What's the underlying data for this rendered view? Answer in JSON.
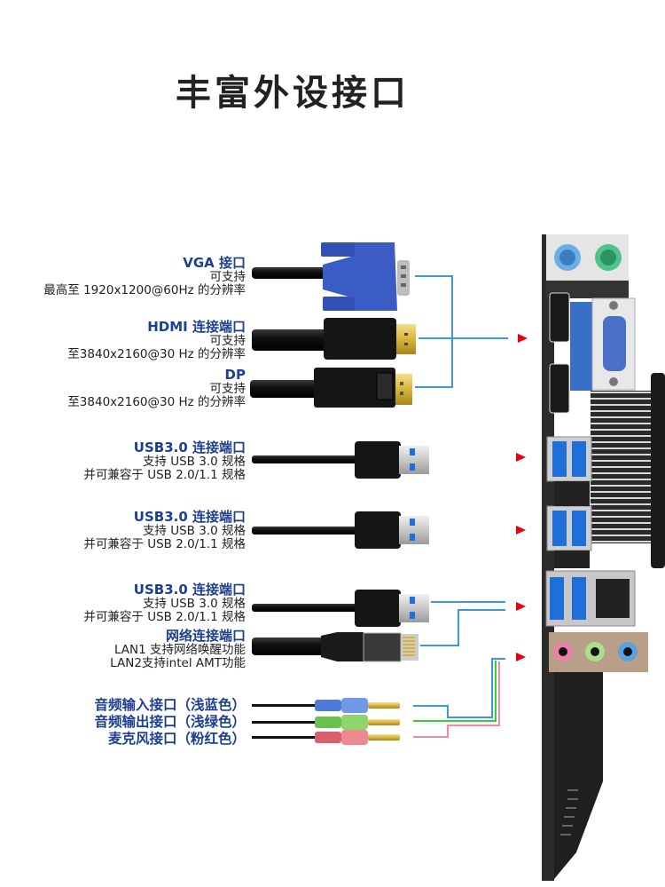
{
  "title": "丰富外设接口",
  "colors": {
    "label_heading": "#1d3f8f",
    "label_body": "#222222",
    "arrow": "#e8000b",
    "line_blue": "#3a9ad9",
    "line_green": "#2fd52f",
    "line_pink": "#ef8aa8"
  },
  "ports": [
    {
      "id": "vga",
      "heading": "VGA 接口",
      "lines": [
        "可支持",
        "最高至 1920x1200@60Hz 的分辨率"
      ],
      "connector": "vga-plug"
    },
    {
      "id": "hdmi",
      "heading": "HDMI 连接端口",
      "lines": [
        "可支持",
        "至3840x2160@30 Hz 的分辨率"
      ],
      "connector": "hdmi-plug"
    },
    {
      "id": "dp",
      "heading": "DP",
      "lines": [
        "可支持",
        "至3840x2160@30 Hz 的分辨率"
      ],
      "connector": "dp-plug"
    },
    {
      "id": "usb1",
      "heading": "USB3.0 连接端口",
      "lines": [
        "支持 USB 3.0 规格",
        "并可兼容于 USB 2.0/1.1 规格"
      ],
      "connector": "usb-plug"
    },
    {
      "id": "usb2",
      "heading": "USB3.0 连接端口",
      "lines": [
        "支持 USB 3.0 规格",
        "并可兼容于 USB 2.0/1.1 规格"
      ],
      "connector": "usb-plug"
    },
    {
      "id": "usb3",
      "heading": "USB3.0 连接端口",
      "lines": [
        "支持 USB 3.0 规格",
        "并可兼容于 USB 2.0/1.1 规格"
      ],
      "connector": "usb-plug"
    },
    {
      "id": "lan",
      "heading": "网络连接端口",
      "lines": [
        "LAN1 支持网络唤醒功能",
        "LAN2支持intel AMT功能"
      ],
      "connector": "rj45-plug"
    }
  ],
  "audio": [
    {
      "label": "音频输入接口（浅蓝色）",
      "color": "#5b8fd8"
    },
    {
      "label": "音频输出接口（浅绿色）",
      "color": "#78c850"
    },
    {
      "label": "麦克风接口（粉红色）",
      "color": "#e07a86"
    }
  ]
}
